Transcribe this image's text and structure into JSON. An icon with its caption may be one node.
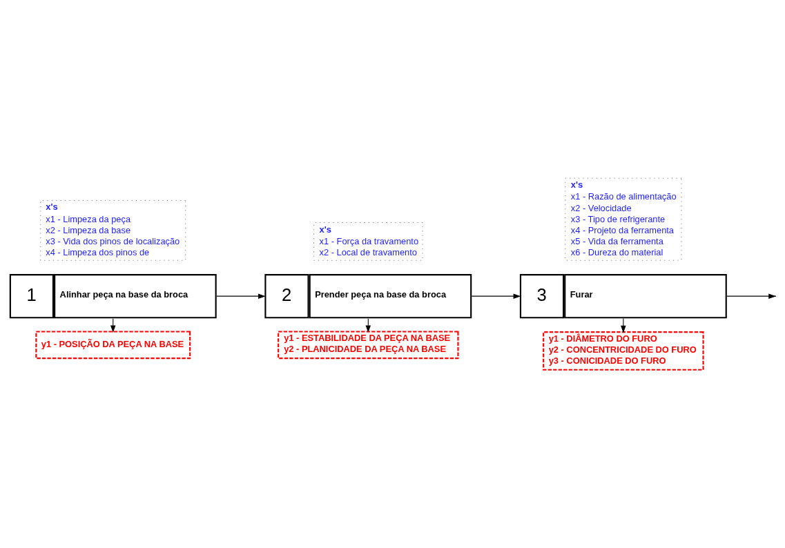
{
  "diagram": {
    "nodes": [
      {
        "text": [
          "1",
          "Alinhar peça na base da broca"
        ]
      },
      {
        "text": [
          "x's",
          "x1 - Limpeza da peça",
          "x2 - Limpeza da base",
          "x3 - Vida dos pinos de localização",
          "x4 - Limpeza dos pinos de"
        ]
      },
      {
        "text": [
          "y1 - POSIÇÃO DA PEÇA NA BASE"
        ]
      },
      {
        "text": [
          "2",
          "Prender peça na base da broca"
        ]
      },
      {
        "text": [
          "x's",
          "x1 - Força da travamento",
          "x2 - Local de travamento"
        ]
      },
      {
        "text": [
          "y1 - ESTABILIDADE DA PEÇA NA BASE",
          "y2 - PLANICIDADE DA PEÇA NA BASE"
        ]
      },
      {
        "text": [
          "3",
          "Furar"
        ]
      },
      {
        "text": [
          "x's",
          "x1 - Razão de alimentação",
          "x2 - Velocidade",
          "x3 - Tipo de refrigerante",
          "x4 - Projeto da ferramenta",
          "x5 - Vida da ferramenta",
          "x6 - Dureza do material"
        ]
      },
      {
        "text": [
          "y1 - DIÂMETRO DO FURO",
          "y2 - CONCENTRICIDADE DO FURO",
          "y3 - CONICIDADE DO FURO"
        ]
      }
    ],
    "edges": [
      {
        "from": 0,
        "to": 3,
        "arrow": "to"
      },
      {
        "from": 0,
        "to": 2,
        "arrow": "to"
      },
      {
        "from": 3,
        "to": 6,
        "arrow": "to"
      },
      {
        "from": 3,
        "to": 5,
        "arrow": "to"
      },
      {
        "from": 6,
        "to": null,
        "arrow": "to"
      },
      {
        "from": 6,
        "to": 8,
        "arrow": "to"
      }
    ]
  }
}
